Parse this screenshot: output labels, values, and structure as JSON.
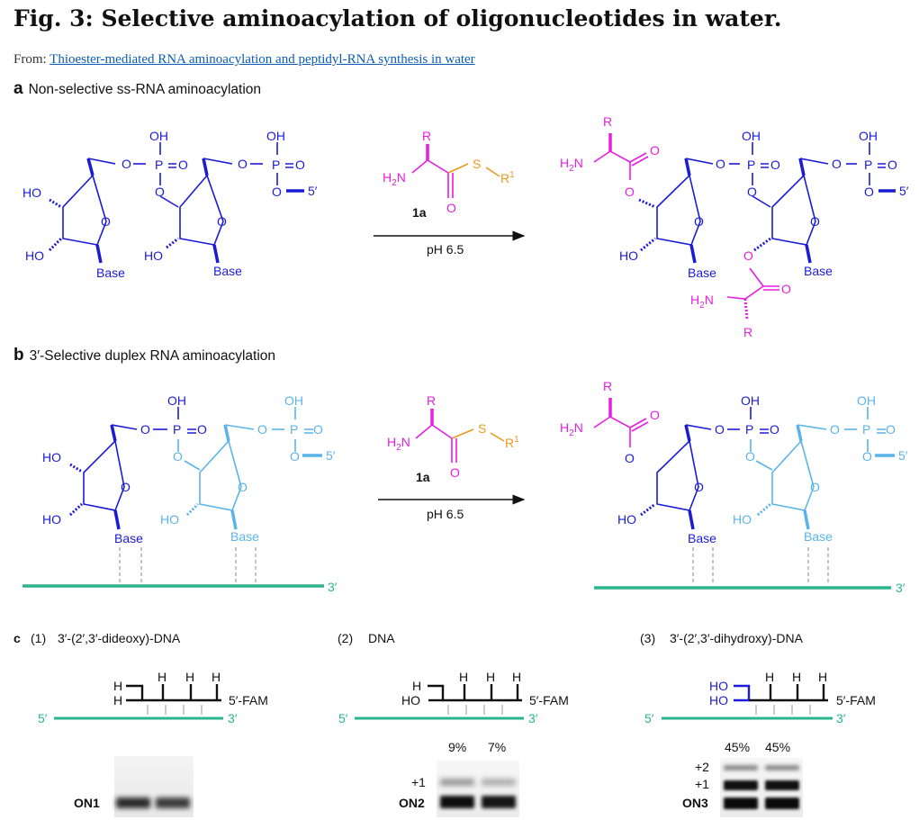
{
  "figure": {
    "title": "Fig. 3: Selective aminoacylation of oligonucleotides in water.",
    "from_prefix": "From: ",
    "from_link": "Thioester-mediated RNA aminoacylation and peptidyl-RNA synthesis in water"
  },
  "panel_a": {
    "letter": "a",
    "label": "Non-selective ss-RNA aminoacylation",
    "reagent_number": "1a",
    "condition": "pH 6.5"
  },
  "panel_b": {
    "letter": "b",
    "label": "3′-Selective duplex RNA aminoacylation",
    "reagent_number": "1a",
    "condition": "pH 6.5"
  },
  "panel_c": {
    "letter": "c",
    "items": [
      {
        "num": "(1)",
        "label": "3′-(2′,3′-dideoxy)-DNA",
        "end_top": "H",
        "end_bottom": "H",
        "gel_name": "ON1",
        "percents": [],
        "bands": []
      },
      {
        "num": "(2)",
        "label": "DNA",
        "end_top": "H",
        "end_bottom": "HO",
        "gel_name": "ON2",
        "percents": [
          "9%",
          "7%"
        ],
        "bands": [
          "+1"
        ]
      },
      {
        "num": "(3)",
        "label": "3′-(2′,3′-dihydroxy)-DNA",
        "end_top": "HO",
        "end_bottom": "HO",
        "gel_name": "ON3",
        "percents": [
          "45%",
          "45%"
        ],
        "bands": [
          "+2",
          "+1"
        ]
      }
    ],
    "fam_label": "5′-FAM",
    "strand_5": "5′",
    "strand_3": "3′",
    "h_label": "H"
  },
  "atoms": {
    "OH": "OH",
    "P": "P",
    "O": "O",
    "HO": "HO",
    "Base": "Base",
    "five_prime": "5′",
    "three_prime": "3′",
    "R": "R",
    "S": "S",
    "R1": "R",
    "sup1": "1",
    "H2N_H": "H",
    "H2N_2": "2",
    "H2N_N": "N"
  },
  "colors": {
    "rna_dark": "#1b1bd6",
    "rna_light": "#5ab4ea",
    "amino_acid": "#e61ee0",
    "thioester": "#e89a1c",
    "dna_strand": "#2bb58c",
    "text": "#111111",
    "link": "#0b5db3"
  }
}
